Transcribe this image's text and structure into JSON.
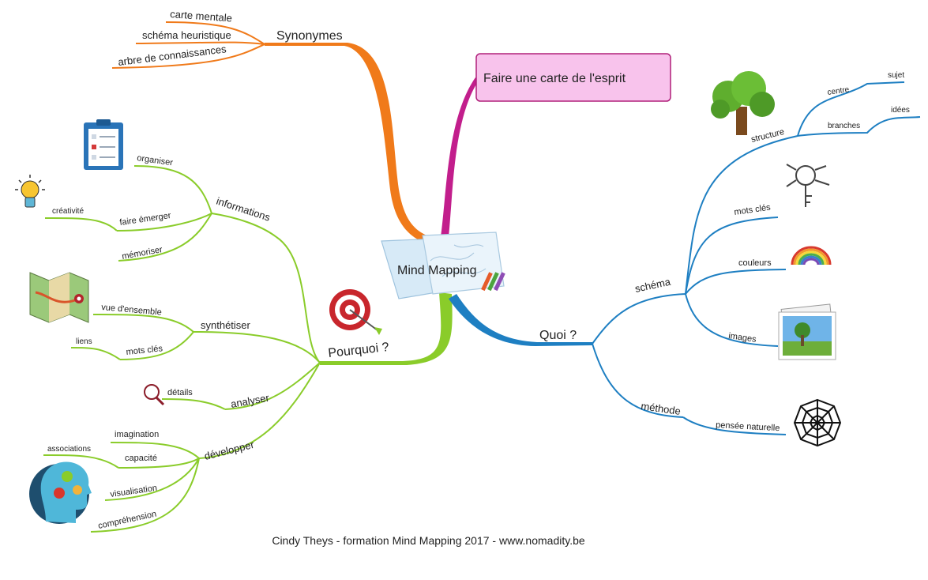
{
  "center": "Mind Mapping",
  "callout": "Faire une carte de l'esprit",
  "colors": {
    "orange": "#F07A1A",
    "magenta": "#C21E8C",
    "green": "#8ACC2A",
    "blue": "#1E7FC2",
    "callout_bg": "#F8C3EC",
    "callout_border": "#B0207A"
  },
  "synonymes": {
    "label": "Synonymes",
    "children": [
      "carte mentale",
      "schéma heuristique",
      "arbre de connaissances"
    ]
  },
  "pourquoi": {
    "label": "Pourquoi ?",
    "informations": {
      "label": "informations",
      "organiser": "organiser",
      "faire_emerger": "faire émerger",
      "creativite": "créativité",
      "memoriser": "mémoriser"
    },
    "synthetiser": {
      "label": "synthétiser",
      "vue": "vue d'ensemble",
      "mots_cles": "mots clés",
      "liens": "liens"
    },
    "analyser": {
      "label": "analyser",
      "details": "détails"
    },
    "developper": {
      "label": "développer",
      "imagination": "imagination",
      "capacite": "capacité",
      "associations": "associations",
      "visualisation": "visualisation",
      "comprehension": "compréhension"
    }
  },
  "quoi": {
    "label": "Quoi ?",
    "schema": {
      "label": "schéma",
      "structure": {
        "label": "structure",
        "centre": "centre",
        "sujet": "sujet",
        "branches": "branches",
        "idees": "idées"
      },
      "mots_cles": "mots clés",
      "couleurs": "couleurs",
      "images": "images"
    },
    "methode": {
      "label": "méthode",
      "pensee": "pensée naturelle"
    }
  },
  "icons": [
    "clipboard-icon",
    "lightbulb-icon",
    "map-icon",
    "target-icon",
    "magnifier-icon",
    "head-gears-icon",
    "tree-icon",
    "key-icon",
    "rainbow-icon",
    "photo-icon",
    "spiderweb-icon"
  ],
  "footer": "Cindy Theys - formation Mind Mapping 2017 - www.nomadity.be"
}
